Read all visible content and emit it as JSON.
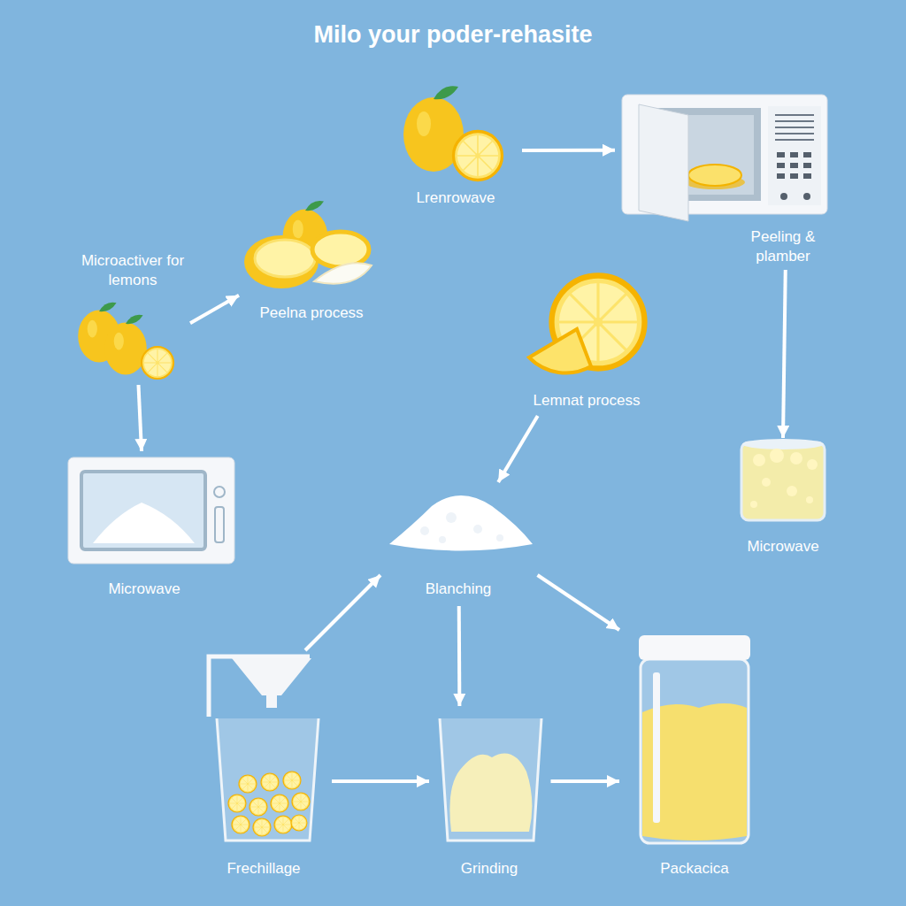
{
  "diagram": {
    "title": "Milo your poder-rehasite",
    "nodes": [
      {
        "text": [
          "Lrenrowave"
        ]
      },
      {
        "text": [
          "Peeling & plamber"
        ]
      },
      {
        "text": [
          "Microactiver for lemons"
        ]
      },
      {
        "text": [
          "Peelna process"
        ]
      },
      {
        "text": [
          "Lemnat process"
        ]
      },
      {
        "text": [
          "Microwave"
        ]
      },
      {
        "text": [
          "Microwave"
        ]
      },
      {
        "text": [
          "Blanching"
        ]
      },
      {
        "text": [
          "Frechillage"
        ]
      },
      {
        "text": [
          "Grinding"
        ]
      },
      {
        "text": [
          "Packacica"
        ]
      }
    ],
    "edges": [
      {
        "from": 0,
        "to": 1,
        "arrow": "to"
      },
      {
        "from": 1,
        "to": 5,
        "arrow": "to"
      },
      {
        "from": 2,
        "to": 3,
        "arrow": "to"
      },
      {
        "from": 2,
        "to": 6,
        "arrow": "to"
      },
      {
        "from": 4,
        "to": 7,
        "arrow": "to"
      },
      {
        "from": 8,
        "to": 7,
        "arrow": "to"
      },
      {
        "from": 7,
        "to": 9,
        "arrow": "to"
      },
      {
        "from": 7,
        "to": 10,
        "arrow": "to"
      },
      {
        "from": 8,
        "to": 9,
        "arrow": "to"
      },
      {
        "from": 9,
        "to": 10,
        "arrow": "to"
      }
    ]
  }
}
